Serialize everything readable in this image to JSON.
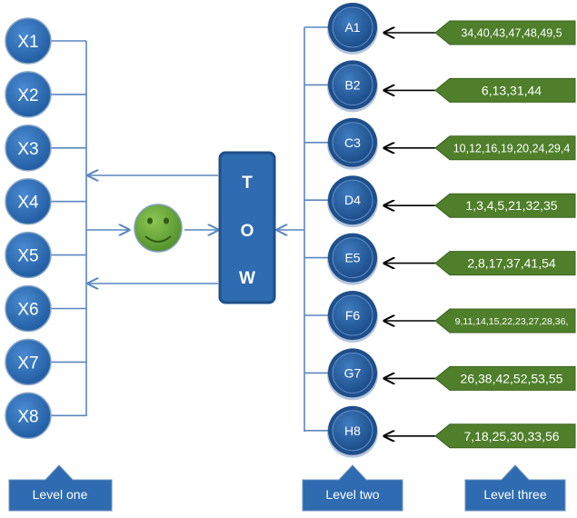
{
  "level_one_nodes": [
    "X1",
    "X2",
    "X3",
    "X4",
    "X5",
    "X6",
    "X7",
    "X8"
  ],
  "level_two_nodes": [
    "A1",
    "B2",
    "C3",
    "D4",
    "E5",
    "F6",
    "G7",
    "H8"
  ],
  "level_three_tags": [
    "34,40,43,47,48,49,5",
    "6,13,31,44",
    "10,12,16,19,20,24,29,4",
    "1,3,4,5,21,32,35",
    "2,8,17,37,41,54",
    "9,11,14,15,22,23,27,28,36,",
    "26,38,42,52,53,55",
    "7,18,25,30,33,56"
  ],
  "center_box": {
    "letters": [
      "T",
      "O",
      "W"
    ]
  },
  "smiley_icon": "smiley-face-icon",
  "level_labels": {
    "one": "Level one",
    "two": "Level two",
    "three": "Level three"
  },
  "colors": {
    "node_blue": "#2e6bb0",
    "node_dark": "#1f4f8a",
    "line_blue": "#5a86bf",
    "tag_green": "#4f7f2a",
    "smiley_green": "#6aaa3a"
  }
}
